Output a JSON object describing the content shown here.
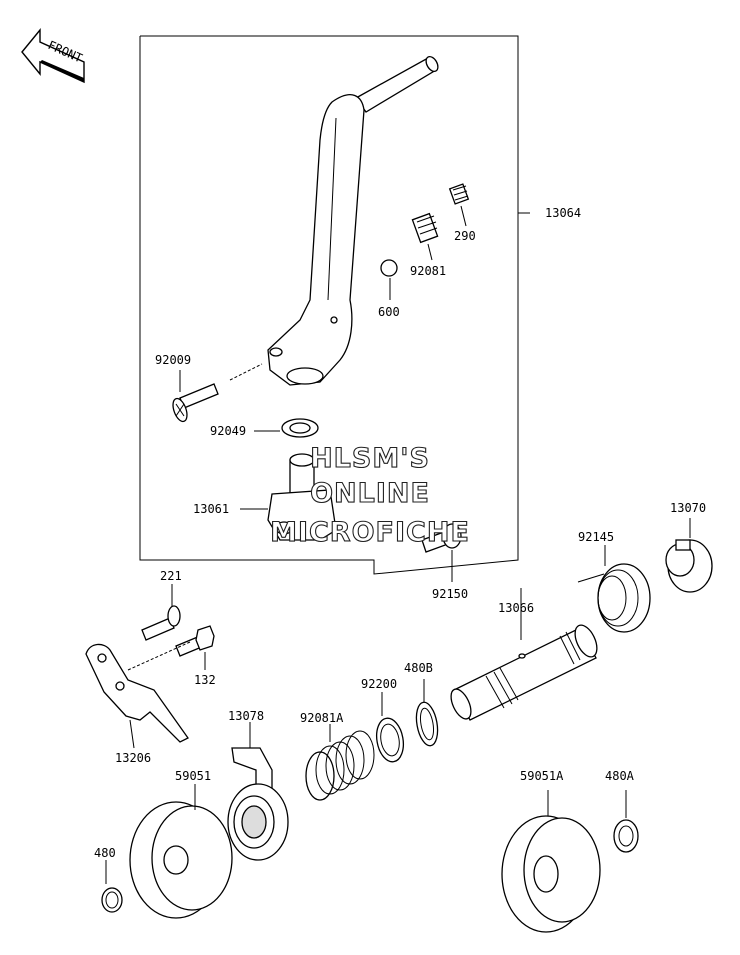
{
  "front_indicator": {
    "label": "FRONT"
  },
  "watermark": {
    "line1": "HLSM'S",
    "line2": "ONLINE",
    "line3": "MICROFICHE"
  },
  "parts": {
    "p13064": "13064",
    "p290": "290",
    "p92081": "92081",
    "p600": "600",
    "p92009": "92009",
    "p92049": "92049",
    "p13061": "13061",
    "p92150": "92150",
    "p92145": "92145",
    "p13070": "13070",
    "p13066": "13066",
    "p221": "221",
    "p132": "132",
    "p13206": "13206",
    "p480B": "480B",
    "p92200": "92200",
    "p92081A": "92081A",
    "p13078": "13078",
    "p59051": "59051",
    "p480": "480",
    "p59051A": "59051A",
    "p480A": "480A"
  }
}
